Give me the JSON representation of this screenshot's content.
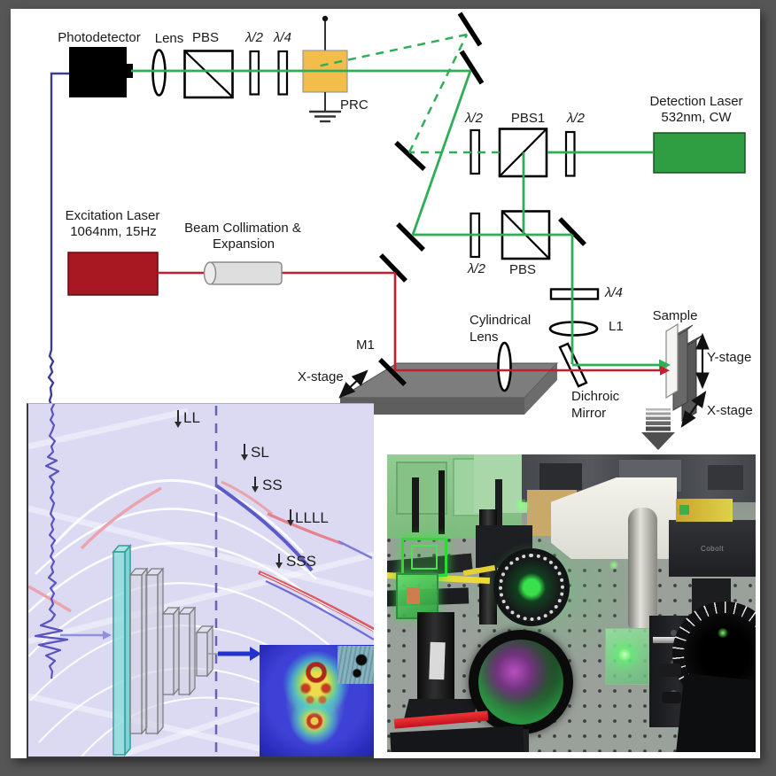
{
  "diagram": {
    "photodetector": "Photodetector",
    "lens": "Lens",
    "pbs_top": "PBS",
    "hwp_top": "λ/2",
    "qwp_top": "λ/4",
    "prc": "PRC",
    "detection_laser_line1": "Detection Laser",
    "detection_laser_line2": "532nm, CW",
    "hwp_pbs1_left": "λ/2",
    "pbs1": "PBS1",
    "hwp_pbs1_right": "λ/2",
    "hwp_pbs2": "λ/2",
    "pbs2": "PBS",
    "excitation_laser_line1": "Excitation Laser",
    "excitation_laser_line2": "1064nm, 15Hz",
    "beam_collimation_line1": "Beam Collimation &",
    "beam_collimation_line2": "Expansion",
    "qwp2": "λ/4",
    "l1": "L1",
    "cylindrical_line1": "Cylindrical",
    "cylindrical_line2": "Lens",
    "m1": "M1",
    "x_stage_left": "X-stage",
    "dichroic_line1": "Dichroic",
    "dichroic_line2": "Mirror",
    "sample": "Sample",
    "y_stage": "Y-stage",
    "x_stage_right": "X-stage"
  },
  "simulation": {
    "labels": [
      {
        "text": "LL"
      },
      {
        "text": "SL"
      },
      {
        "text": "SS"
      },
      {
        "text": "LLLL"
      },
      {
        "text": "SSS"
      }
    ]
  },
  "photo": {
    "device_label": "Cobolt"
  },
  "colors": {
    "beam_green": "#2fae57",
    "beam_red": "#c41f2e",
    "signal_blue": "#3c3c96",
    "prc_fill": "#f3bd4b",
    "detection_laser_fill": "#2f9e43",
    "excitation_laser_fill": "#a81822",
    "stage_gray": "#7d7d7d",
    "sim_background": "#dcdaf2",
    "heatmap_blue": "#2b2ec2",
    "frame_gray": "#565656"
  }
}
